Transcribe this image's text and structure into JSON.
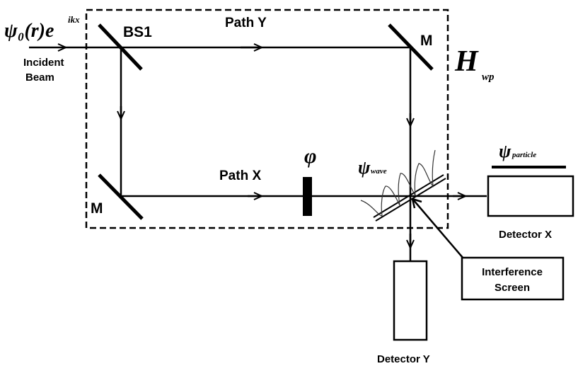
{
  "diagram": {
    "title": "Mach-Zehnder interferometer with which-path detectors",
    "labels": {
      "incident_wavefunction": "ψ₀(r)e",
      "incident_exponent": "ikx",
      "incident_beam_line1": "Incident",
      "incident_beam_line2": "Beam",
      "beam_splitter": "BS1",
      "path_y": "Path Y",
      "path_x": "Path X",
      "mirror_top_right": "M",
      "mirror_bottom_left": "M",
      "hamiltonian": "H",
      "hamiltonian_sub": "wp",
      "phase_shifter": "φ",
      "psi_wave": "ψ",
      "psi_wave_sub": "wave",
      "psi_particle": "ψ",
      "psi_particle_sub": "particle",
      "detector_x": "Detector X",
      "detector_y": "Detector Y",
      "screen_line1": "Interference",
      "screen_line2": "Screen"
    },
    "colors": {
      "stroke": "#000000",
      "background": "#ffffff",
      "wave": "#333333"
    }
  }
}
